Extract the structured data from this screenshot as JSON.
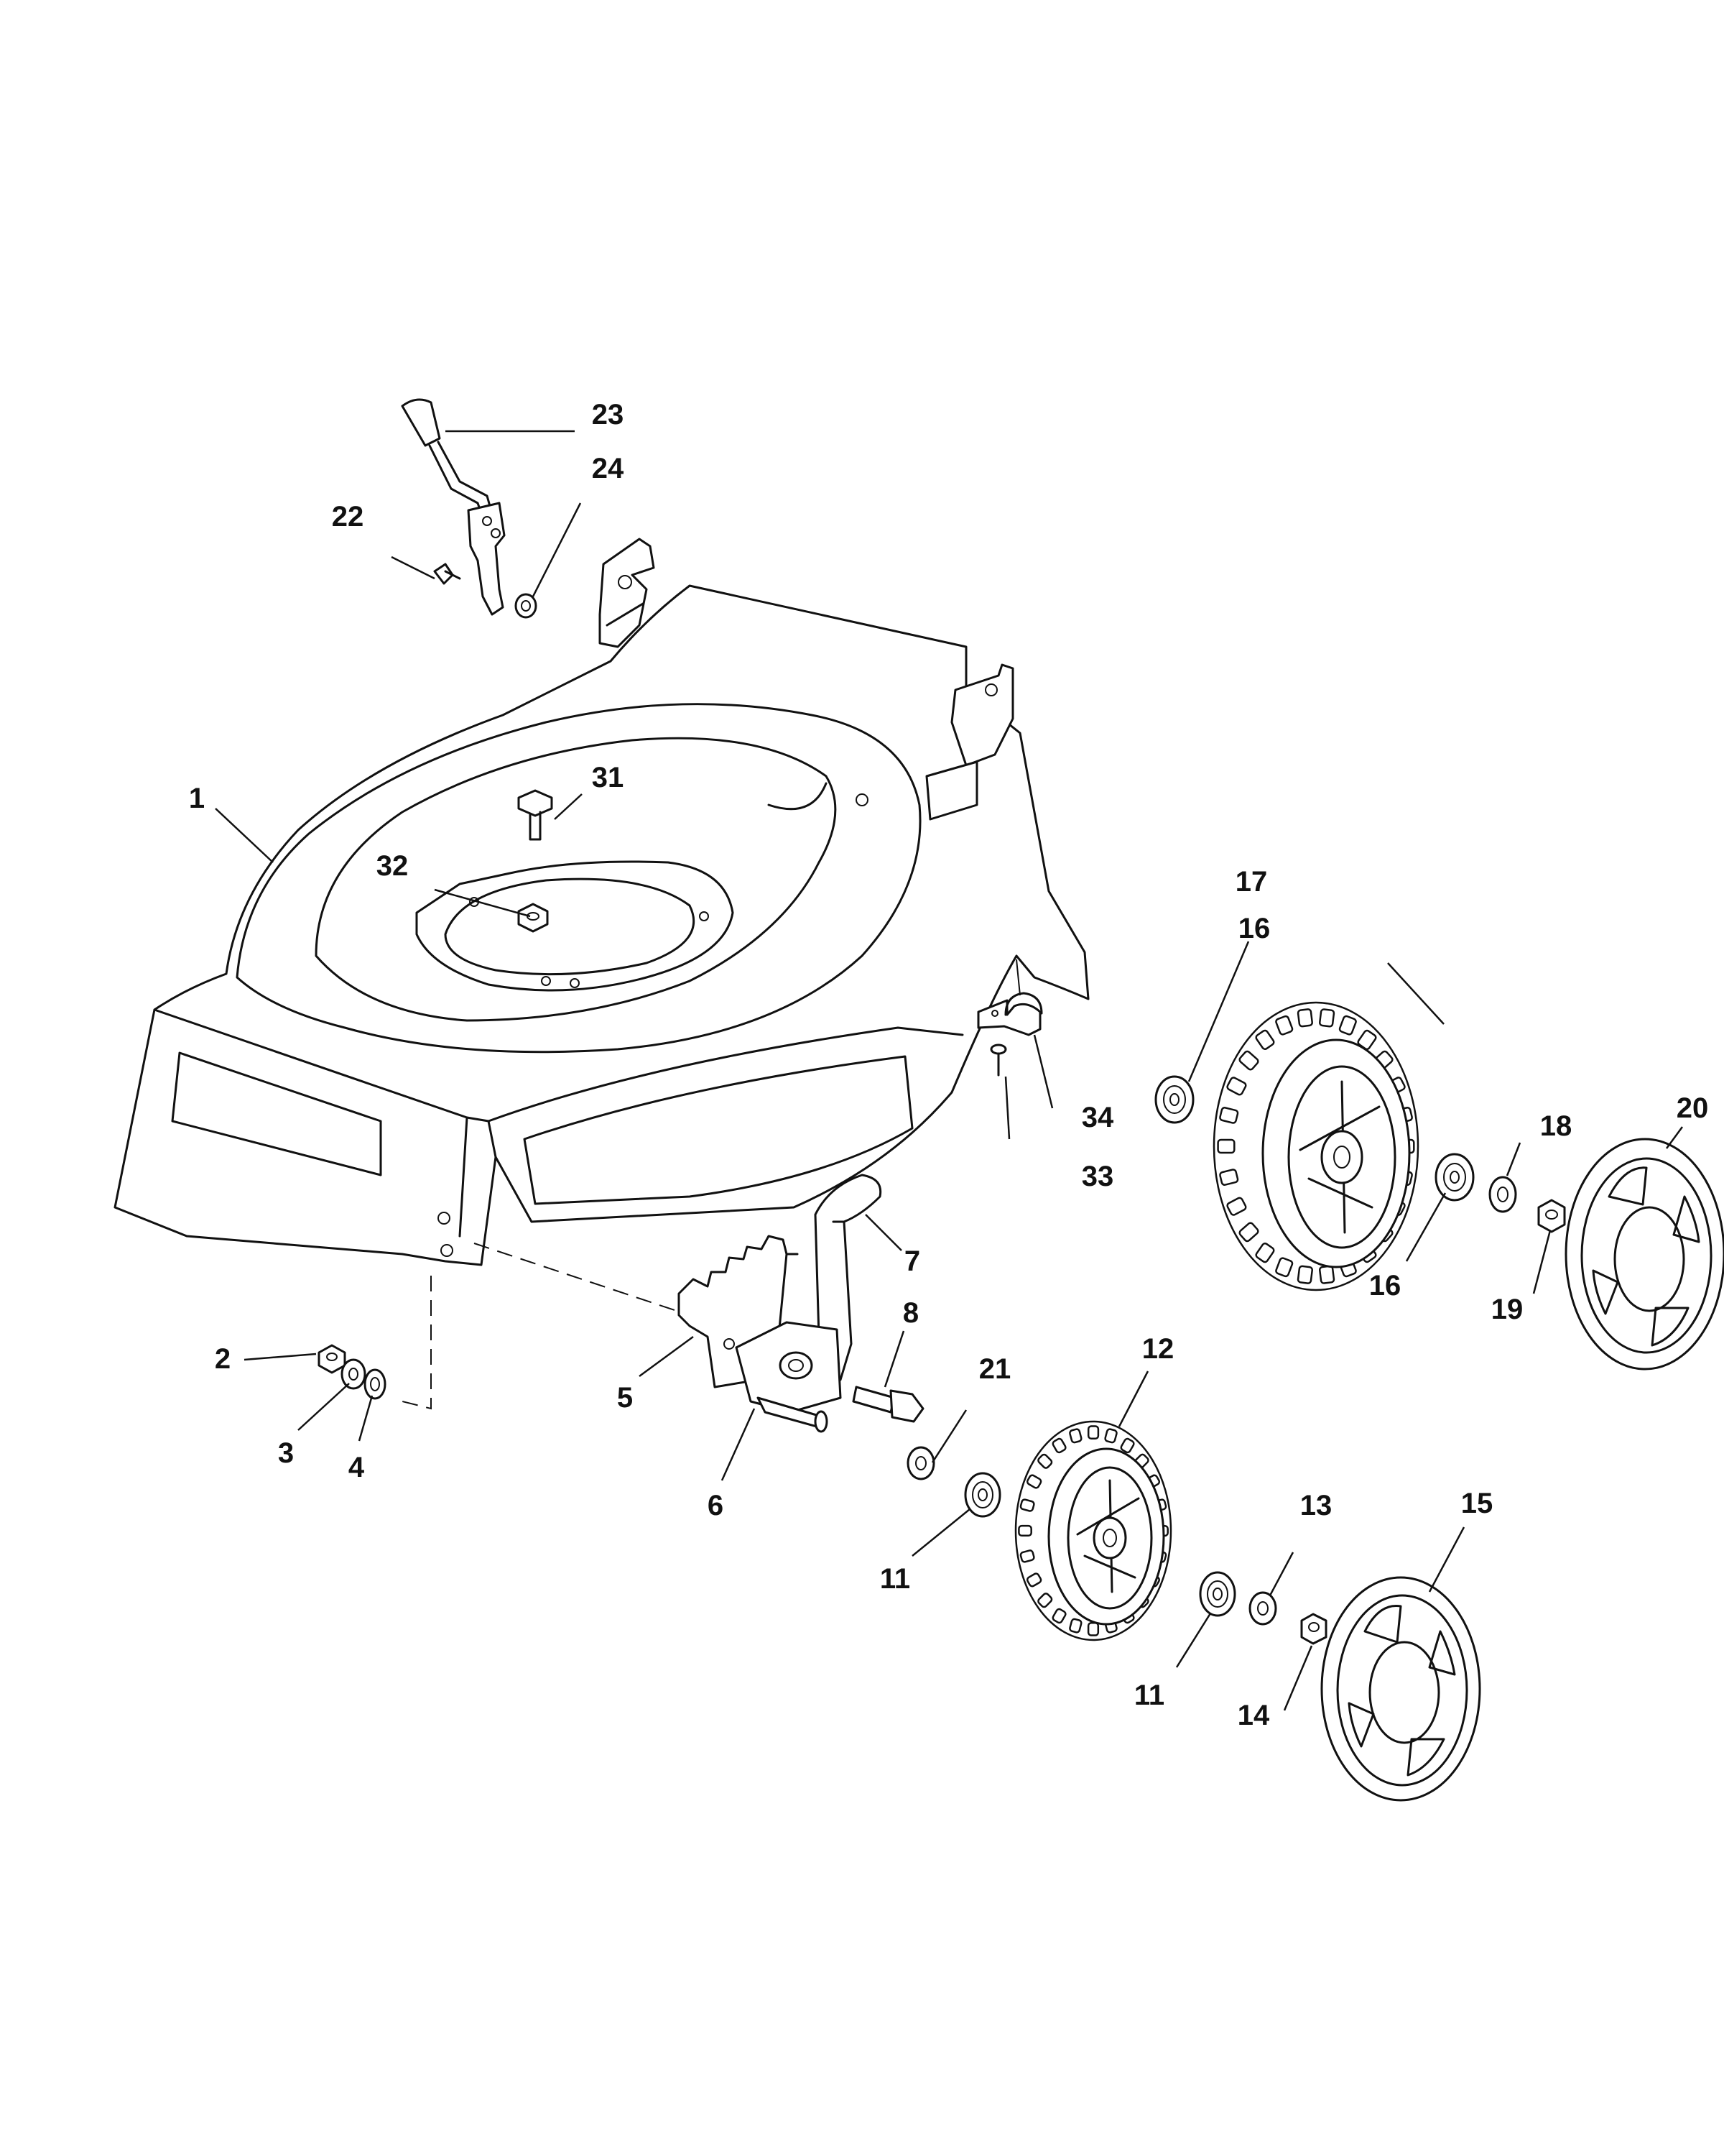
{
  "parts": {
    "p1": "1",
    "p2": "2",
    "p3": "3",
    "p4": "4",
    "p5": "5",
    "p6": "6",
    "p7": "7",
    "p8": "8",
    "p11a": "11",
    "p11b": "11",
    "p12": "12",
    "p13": "13",
    "p14": "14",
    "p15": "15",
    "p16a": "16",
    "p16b": "16",
    "p17": "17",
    "p18": "18",
    "p19": "19",
    "p20": "20",
    "p21": "21",
    "p22": "22",
    "p23": "23",
    "p24": "24",
    "p31": "31",
    "p32": "32",
    "p33": "33",
    "p34": "34"
  },
  "colors": {
    "ink": "#111111",
    "paper": "#ffffff"
  }
}
